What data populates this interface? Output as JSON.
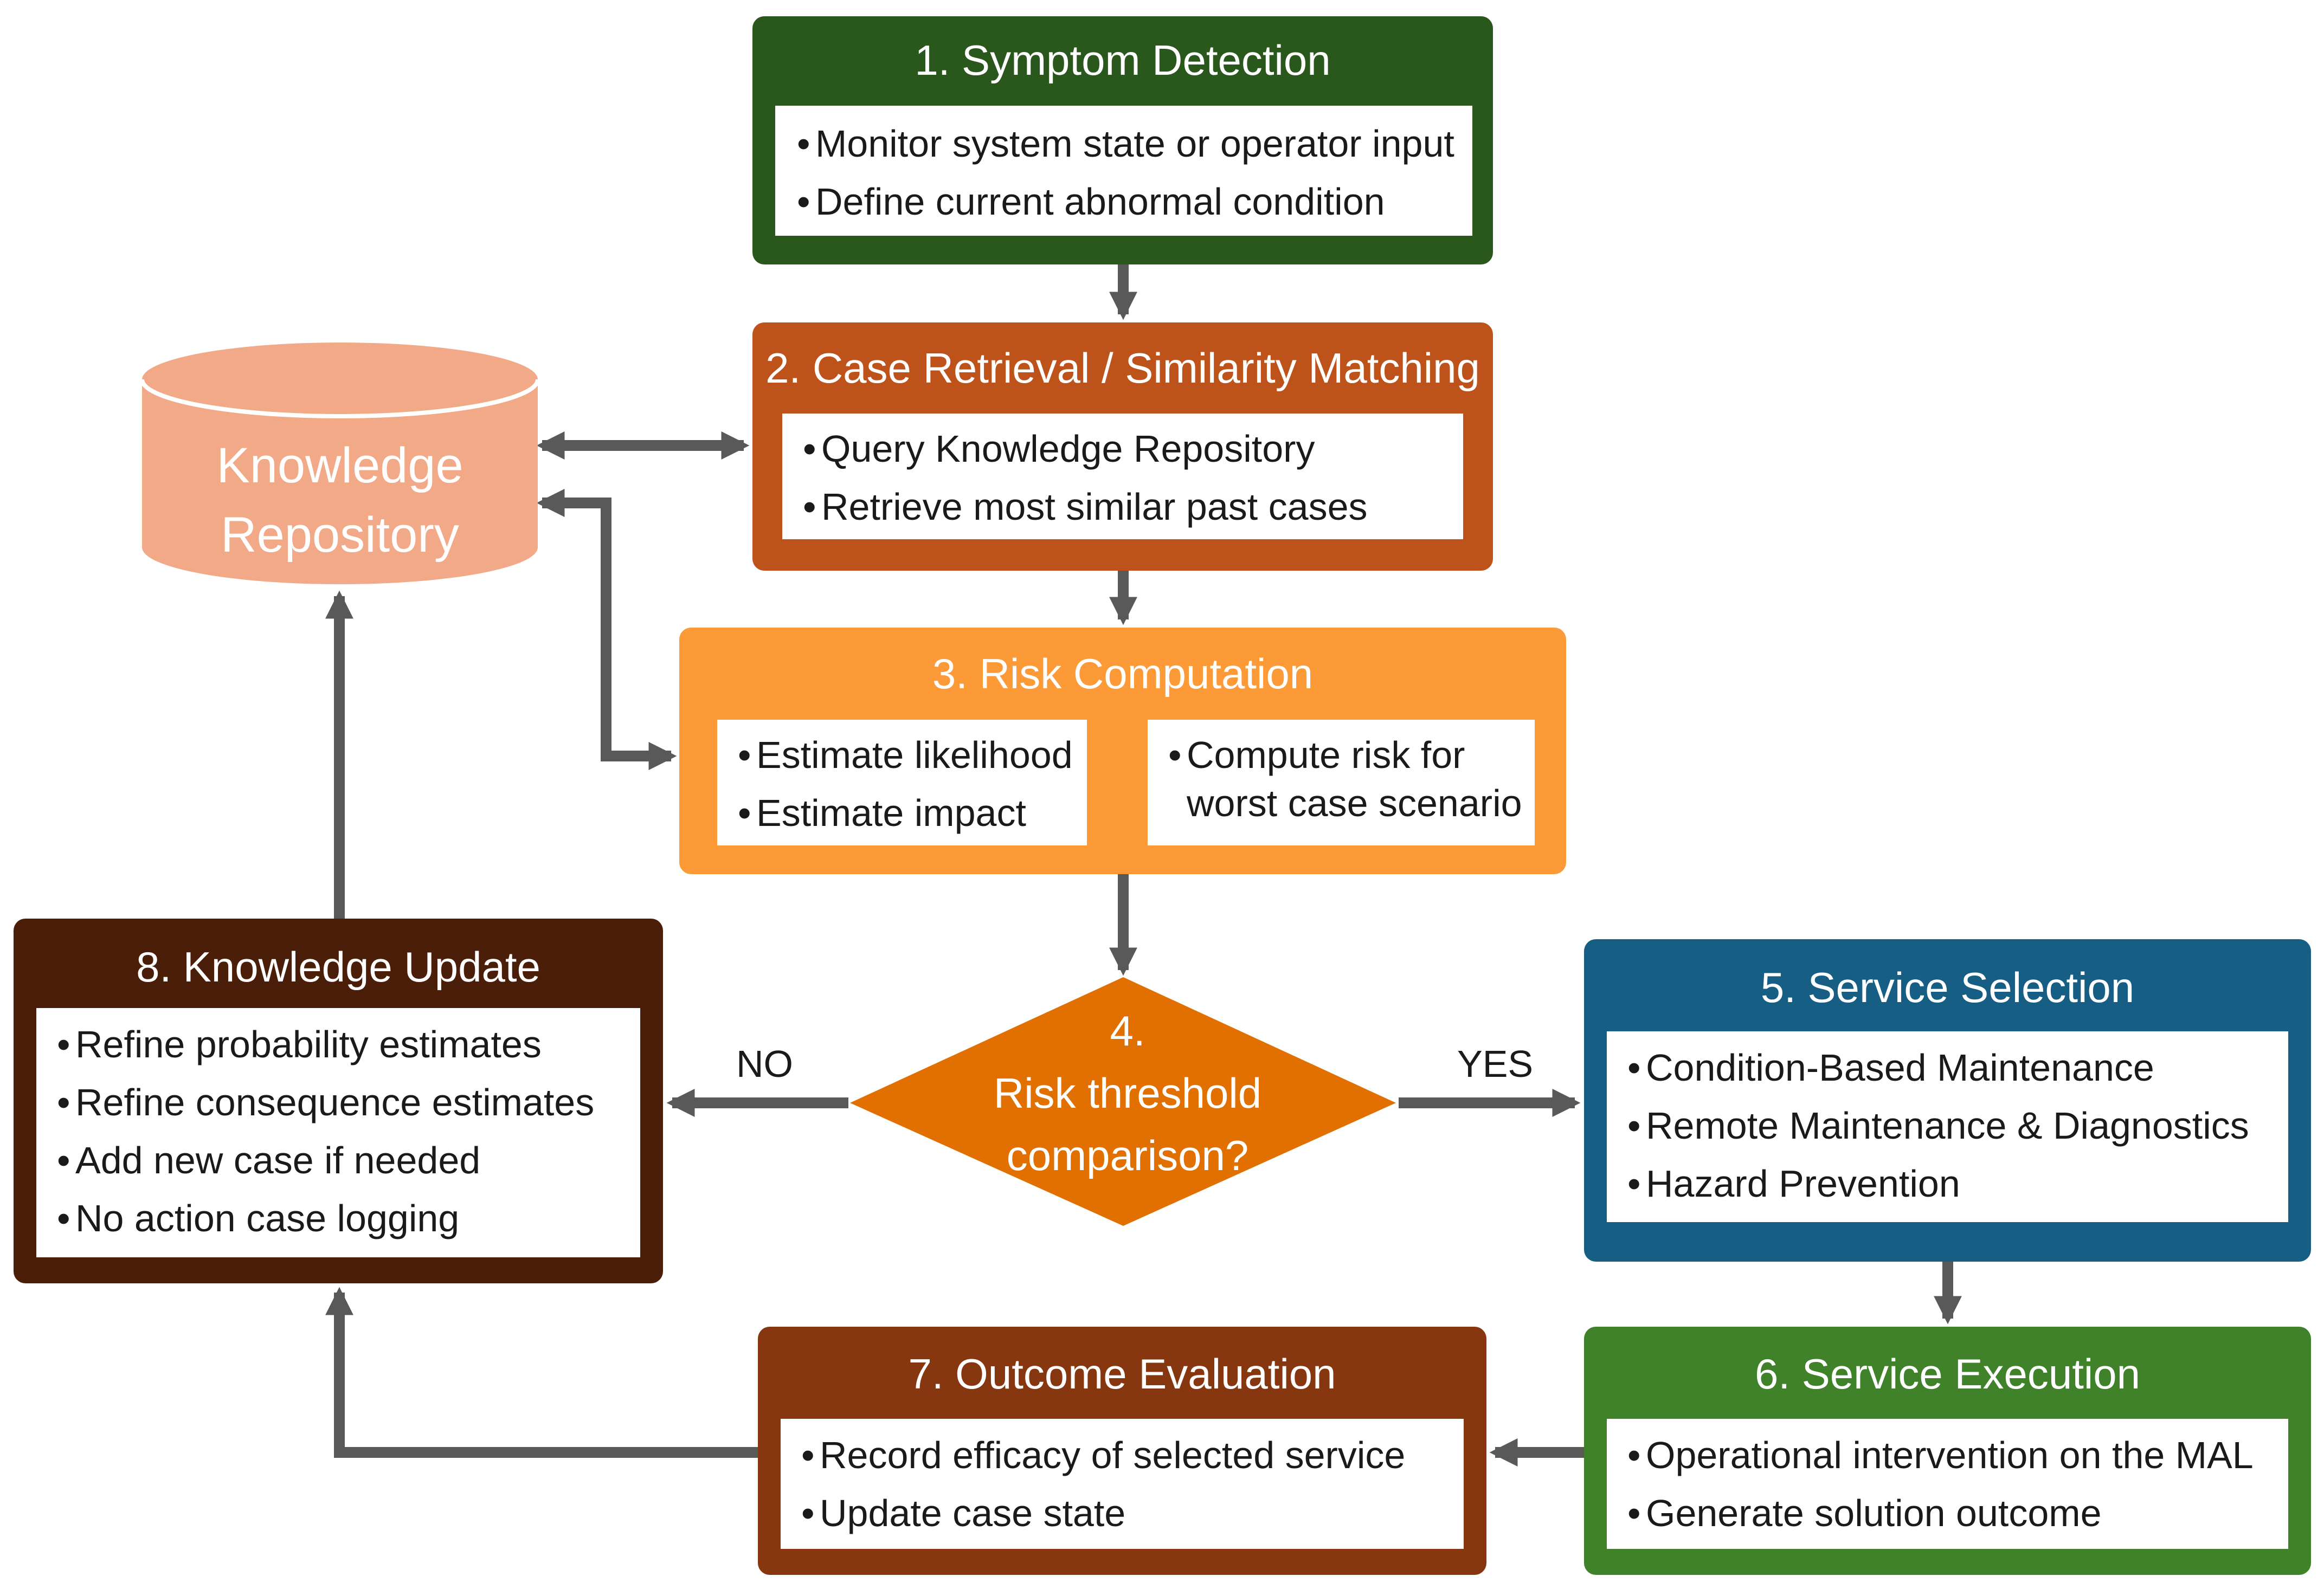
{
  "colors": {
    "step1": "#2a571c",
    "step2": "#bd521b",
    "step3": "#fb9a36",
    "step4": "#e17000",
    "step5": "#175e85",
    "step6": "#3f8229",
    "step7": "#86370f",
    "step8": "#4a1e08",
    "repository": "#f2a987",
    "arrow": "#595959"
  },
  "repository": {
    "line1": "Knowledge",
    "line2": "Repository"
  },
  "step1": {
    "title": "1. Symptom Detection",
    "items": [
      "Monitor system state or operator input",
      "Define current abnormal condition"
    ]
  },
  "step2": {
    "title": "2. Case Retrieval / Similarity Matching",
    "items": [
      "Query Knowledge Repository",
      "Retrieve most similar past cases"
    ]
  },
  "step3": {
    "title": "3. Risk Computation",
    "left_items": [
      "Estimate likelihood",
      "Estimate impact"
    ],
    "right_item_line1": "Compute risk for",
    "right_item_line2": "worst case scenario"
  },
  "step4": {
    "number": "4.",
    "line1": "Risk threshold",
    "line2": "comparison?"
  },
  "branches": {
    "no": "NO",
    "yes": "YES"
  },
  "step5": {
    "title": "5. Service Selection",
    "items": [
      "Condition-Based Maintenance",
      "Remote Maintenance & Diagnostics",
      "Hazard Prevention"
    ]
  },
  "step6": {
    "title": "6. Service Execution",
    "items": [
      "Operational intervention on the MAL",
      "Generate solution outcome"
    ]
  },
  "step7": {
    "title": "7. Outcome Evaluation",
    "items": [
      "Record efficacy of selected service",
      "Update case state"
    ]
  },
  "step8": {
    "title": "8. Knowledge Update",
    "items": [
      "Refine probability estimates",
      "Refine consequence estimates",
      "Add new case if needed",
      "No action case logging"
    ]
  }
}
